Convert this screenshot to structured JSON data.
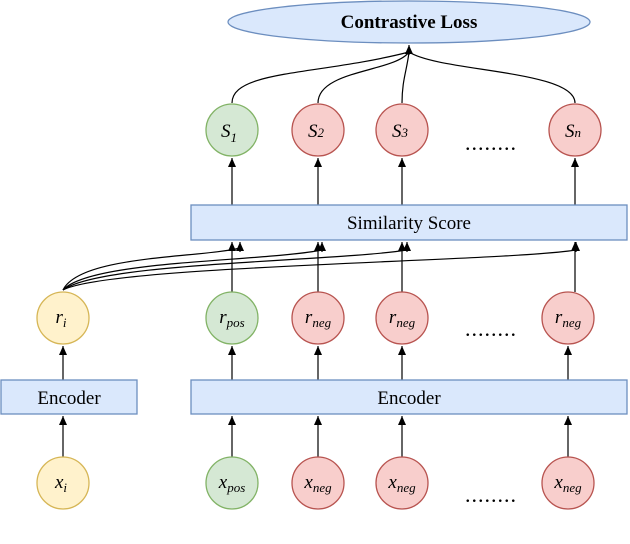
{
  "title": "Contrastive Loss",
  "similarity_label": "Similarity Score",
  "encoder_left_label": "Encoder",
  "encoder_right_label": "Encoder",
  "ellipsis": "........",
  "scores": [
    {
      "base": "S",
      "sub": "1",
      "color": "green"
    },
    {
      "base": "S",
      "sub": "2",
      "color": "red"
    },
    {
      "base": "S",
      "sub": "3",
      "color": "red"
    },
    {
      "base": "S",
      "sub": "n",
      "color": "red"
    }
  ],
  "reps": [
    {
      "base": "r",
      "sub": "i",
      "color": "yellow"
    },
    {
      "base": "r",
      "sub": "pos",
      "color": "green"
    },
    {
      "base": "r",
      "sub": "neg",
      "color": "red"
    },
    {
      "base": "r",
      "sub": "neg",
      "color": "red"
    },
    {
      "base": "r",
      "sub": "neg",
      "color": "red"
    }
  ],
  "inputs": [
    {
      "base": "x",
      "sub": "i",
      "color": "yellow"
    },
    {
      "base": "x",
      "sub": "pos",
      "color": "green"
    },
    {
      "base": "x",
      "sub": "neg",
      "color": "red"
    },
    {
      "base": "x",
      "sub": "neg",
      "color": "red"
    },
    {
      "base": "x",
      "sub": "neg",
      "color": "red"
    }
  ],
  "colors": {
    "green_fill": "#d5e8d4",
    "green_stroke": "#82b366",
    "red_fill": "#f8cecc",
    "red_stroke": "#b85450",
    "yellow_fill": "#fff2cc",
    "yellow_stroke": "#d6b656",
    "blue_fill": "#dae8fc",
    "blue_stroke": "#6c8ebf"
  }
}
